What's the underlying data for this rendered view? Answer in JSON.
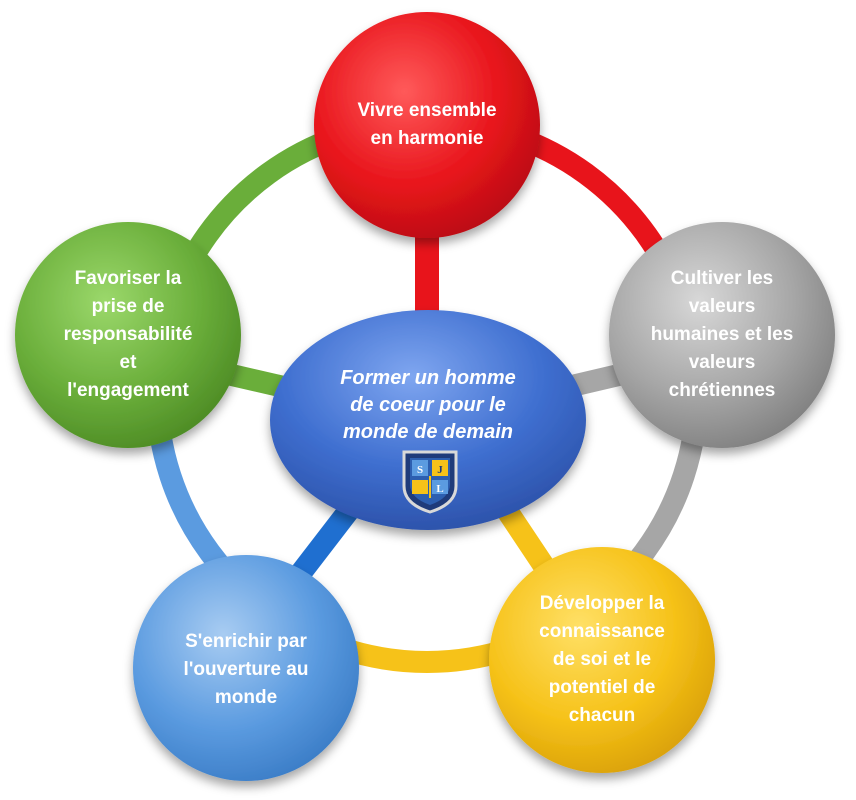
{
  "center": {
    "lines": [
      "Former un homme",
      "de coeur pour le",
      "monde de demain"
    ],
    "color": "#3F6FD0",
    "crest_icon": "school-crest-icon",
    "crest_letters": [
      "S",
      "J",
      "L"
    ]
  },
  "nodes": [
    {
      "id": "top",
      "lines": [
        "Vivre ensemble",
        "en harmonie"
      ],
      "color": "#E8141B"
    },
    {
      "id": "right",
      "lines": [
        "Cultiver les",
        "valeurs",
        "humaines et les",
        "valeurs",
        "chrétiennes"
      ],
      "color": "#A6A6A6"
    },
    {
      "id": "bottom-right",
      "lines": [
        "Développer la",
        "connaissance",
        "de soi et le",
        "potentiel de",
        "chacun"
      ],
      "color": "#F6C219"
    },
    {
      "id": "bottom-left",
      "lines": [
        "S'enrichir par",
        "l'ouverture au",
        "monde"
      ],
      "color": "#5B9BE0"
    },
    {
      "id": "left",
      "lines": [
        "Favoriser la",
        "prise de",
        "responsabilité",
        "et",
        "l'engagement"
      ],
      "color": "#6AAE3A"
    }
  ],
  "ring_colors": {
    "top_to_right": "#E8141B",
    "right_to_bottom_right": "#A6A6A6",
    "bottom_right_to_bottom_left": "#F6C219",
    "bottom_left_to_left": "#5B9BE0",
    "left_to_top": "#6AAE3A"
  },
  "spoke_colors": {
    "top": "#E8141B",
    "right": "#A6A6A6",
    "bottom-right": "#F6C219",
    "bottom-left": "#1F6FD0",
    "left": "#6AAE3A"
  }
}
